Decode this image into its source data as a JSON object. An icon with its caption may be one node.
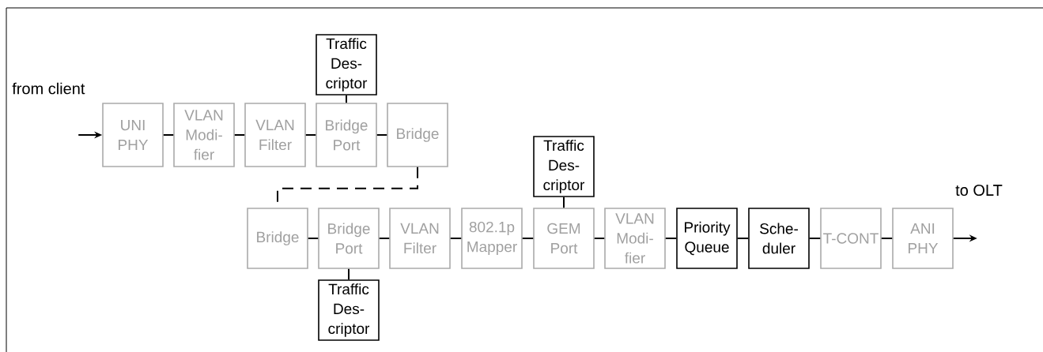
{
  "diagram": {
    "nodes": [
      {
        "text": [
          "Traffic Des-criptor"
        ]
      },
      {
        "text": [
          "UNI PHY"
        ]
      },
      {
        "text": [
          "VLAN Modi-fier"
        ]
      },
      {
        "text": [
          "VLAN Filter"
        ]
      },
      {
        "text": [
          "Bridge Port"
        ]
      },
      {
        "text": [
          "Bridge"
        ]
      },
      {
        "text": [
          "Traffic Des-criptor"
        ]
      },
      {
        "text": [
          "Bridge"
        ]
      },
      {
        "text": [
          "Bridge Port"
        ]
      },
      {
        "text": [
          "VLAN Filter"
        ]
      },
      {
        "text": [
          "802.1p Mapper"
        ]
      },
      {
        "text": [
          "GEM Port"
        ]
      },
      {
        "text": [
          "VLAN Modi-fier"
        ]
      },
      {
        "text": [
          "Priority Queue"
        ]
      },
      {
        "text": [
          "Sche-duler"
        ]
      },
      {
        "text": [
          "T-CONT"
        ]
      },
      {
        "text": [
          "ANI PHY"
        ]
      },
      {
        "text": [
          "Traffic Des-criptor"
        ]
      }
    ],
    "edges": [
      {
        "from": null,
        "to": 1,
        "arrow": "to"
      },
      {
        "from": 1,
        "to": 2,
        "arrow": "none"
      },
      {
        "from": 2,
        "to": 3,
        "arrow": "none"
      },
      {
        "from": 3,
        "to": 4,
        "arrow": "none"
      },
      {
        "from": 4,
        "to": 5,
        "arrow": "none"
      },
      {
        "from": 0,
        "to": 4,
        "arrow": "none"
      },
      {
        "from": 5,
        "to": 7,
        "arrow": "none",
        "style": "dashed"
      },
      {
        "from": 7,
        "to": 8,
        "arrow": "none"
      },
      {
        "from": 8,
        "to": 9,
        "arrow": "none"
      },
      {
        "from": 9,
        "to": 10,
        "arrow": "none"
      },
      {
        "from": 10,
        "to": 11,
        "arrow": "none"
      },
      {
        "from": 11,
        "to": 12,
        "arrow": "none"
      },
      {
        "from": 12,
        "to": 13,
        "arrow": "none"
      },
      {
        "from": 13,
        "to": 14,
        "arrow": "none"
      },
      {
        "from": 14,
        "to": 15,
        "arrow": "none"
      },
      {
        "from": 15,
        "to": 16,
        "arrow": "none"
      },
      {
        "from": 6,
        "to": 11,
        "arrow": "none"
      },
      {
        "from": 8,
        "to": 17,
        "arrow": "none"
      },
      {
        "from": 16,
        "to": null,
        "arrow": "to"
      }
    ],
    "labels": [
      "from client",
      "to OLT"
    ]
  }
}
